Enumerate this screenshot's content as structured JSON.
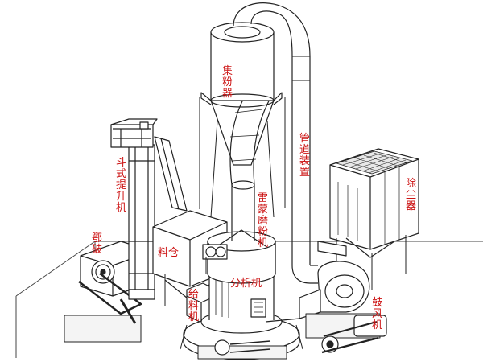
{
  "colors": {
    "line": "#222222",
    "label": "#cc1111",
    "fill": "#ffffff",
    "shade": "#eeeeee"
  },
  "labels": {
    "collector": "集粉器",
    "duct": "管道装置",
    "elevator": "斗式提升机",
    "dust_remover": "除尘器",
    "mill": "雷蒙磨粉机",
    "jaw_crusher": "鄂破",
    "silo": "料仓",
    "classifier": "分析机",
    "feeder": "给料机",
    "blower": "鼓风机"
  }
}
